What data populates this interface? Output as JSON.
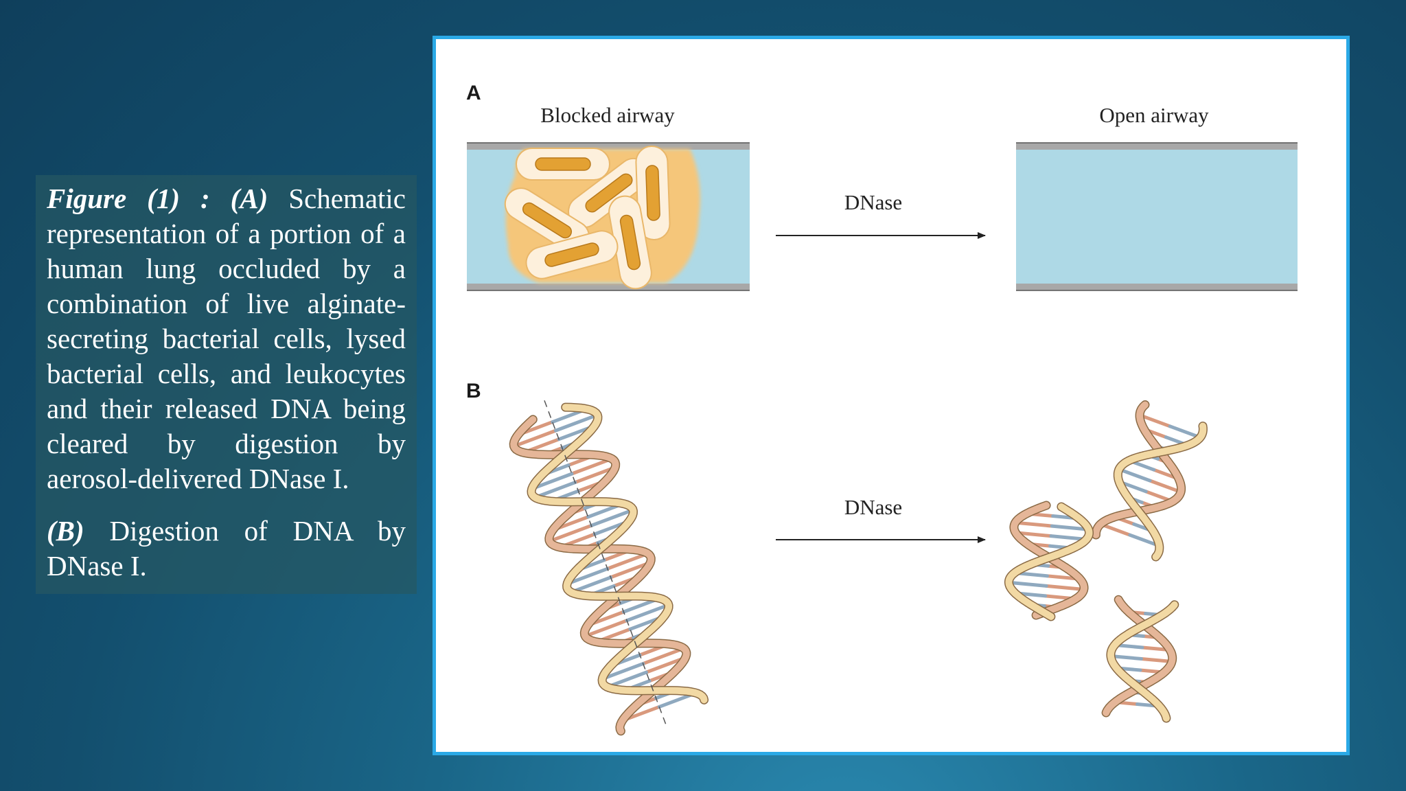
{
  "caption": {
    "a_prefix": "Figure (1) : (A)",
    "a_text": "Schematic representation of a portion of a human lung occluded by a combination of live alginate-secreting bacterial cells, lysed bacterial cells, and leukocytes and their released DNA being cleared by digestion by aerosol-delivered DNase I.",
    "b_prefix": "(B)",
    "b_text": "Digestion of DNA by DNase I."
  },
  "figure": {
    "panel_a": {
      "letter": "A",
      "left_label": "Blocked airway",
      "right_label": "Open airway",
      "arrow_label": "DNase"
    },
    "panel_b": {
      "letter": "B",
      "arrow_label": "DNase"
    }
  },
  "colors": {
    "airway_lumen": "#aed9e6",
    "airway_wall": "#a8a8a8",
    "mucus": "#f5c67a",
    "bacterium": "#e3a133",
    "frame_border": "#2aa9e6",
    "strand_light": "#f2d9a4",
    "strand_pink": "#e5b698",
    "base_blue": "#8fa9bf",
    "base_pink": "#d9997d"
  }
}
